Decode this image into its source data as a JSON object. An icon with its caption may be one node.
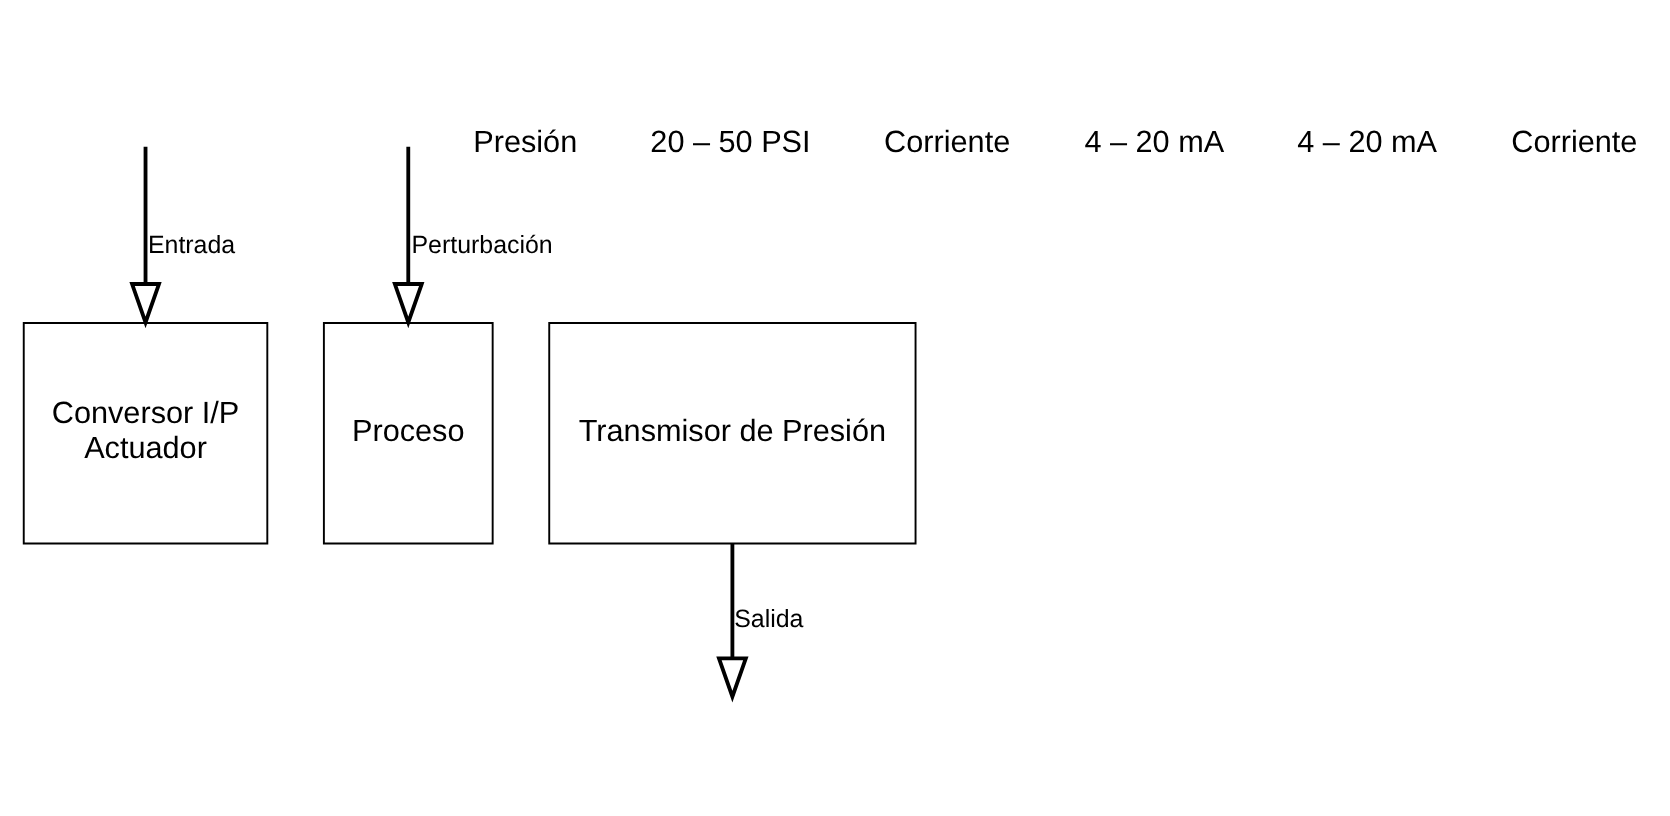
{
  "diagram": {
    "nodes": [
      {
        "text": [
          "Conversor I/P",
          "Actuador"
        ]
      },
      {
        "text": [
          "Proceso"
        ]
      },
      {
        "text": [
          "Transmisor de Presión"
        ]
      }
    ],
    "edges": [
      {
        "from": null,
        "to": 0,
        "arrow": "to",
        "label": "Entrada"
      },
      {
        "from": null,
        "to": 1,
        "arrow": "to",
        "label": "Perturbación"
      },
      {
        "from": 2,
        "to": null,
        "arrow": "to",
        "label": "Salida"
      }
    ],
    "labels": [
      "Presión",
      "20 – 50 PSI",
      "Corriente",
      "4 – 20 mA",
      "4 – 20 mA",
      "Corriente"
    ]
  }
}
